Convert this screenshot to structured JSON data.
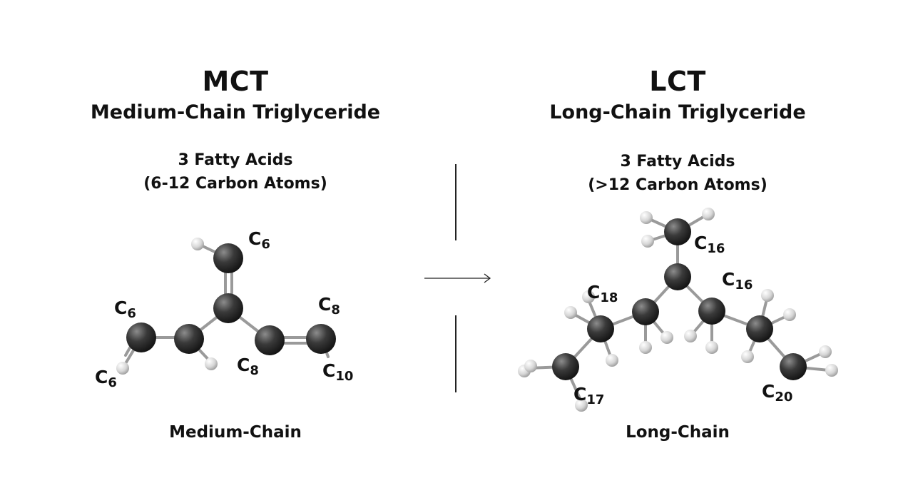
{
  "mct": {
    "abbr": "MCT",
    "name": "Medium-Chain Triglyceride",
    "fatty_acids": "3 Fatty Acids",
    "carbon_range": "(6-12 Carbon Atoms)",
    "caption": "Medium-Chain",
    "labels": [
      {
        "c": "C",
        "n": "6"
      },
      {
        "c": "C",
        "n": "6"
      },
      {
        "c": "C",
        "n": "6"
      },
      {
        "c": "C",
        "n": "8"
      },
      {
        "c": "C",
        "n": "8"
      },
      {
        "c": "C",
        "n": "10"
      }
    ]
  },
  "lct": {
    "abbr": "LCT",
    "name": "Long-Chain Triglyceride",
    "fatty_acids": "3 Fatty Acids",
    "carbon_range": "(>12 Carbon Atoms)",
    "caption": "Long-Chain",
    "labels": [
      {
        "c": "C",
        "n": "16"
      },
      {
        "c": "C",
        "n": "16"
      },
      {
        "c": "C",
        "n": "18"
      },
      {
        "c": "C",
        "n": "17"
      },
      {
        "c": "C",
        "n": "20"
      }
    ]
  },
  "colors": {
    "carbon_atom": "#3a3a3a",
    "hydrogen_atom": "#d6d6d6",
    "bond": "#9a9a9a",
    "text": "#111111"
  }
}
